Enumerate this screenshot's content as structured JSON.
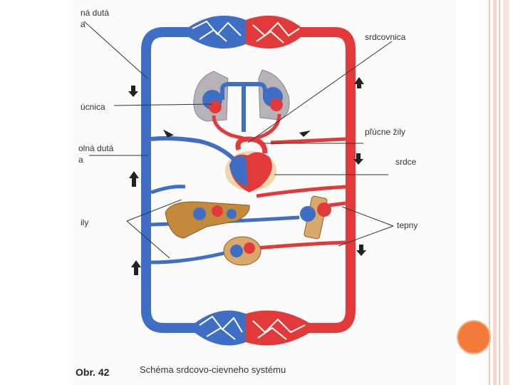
{
  "labels": {
    "duta_top_1": "ná dutá",
    "duta_top_2": "a",
    "srdcovnica": "srdcovnica",
    "plucnica": "úcnica",
    "plucne_zily": "pľúcne žily",
    "duta_low_1": "olná dutá",
    "duta_low_2": "a",
    "srdce": "srdce",
    "zily": "ily",
    "tepny": "tepny"
  },
  "caption": {
    "number": "Obr. 42",
    "text": "Schéma srdcovo-cievneho systému"
  },
  "colors": {
    "vein_blue": "#3f6fc4",
    "artery_red": "#e23a3a",
    "accent_orange": "#f47a3a",
    "side_rail": "#f2c8b6"
  }
}
